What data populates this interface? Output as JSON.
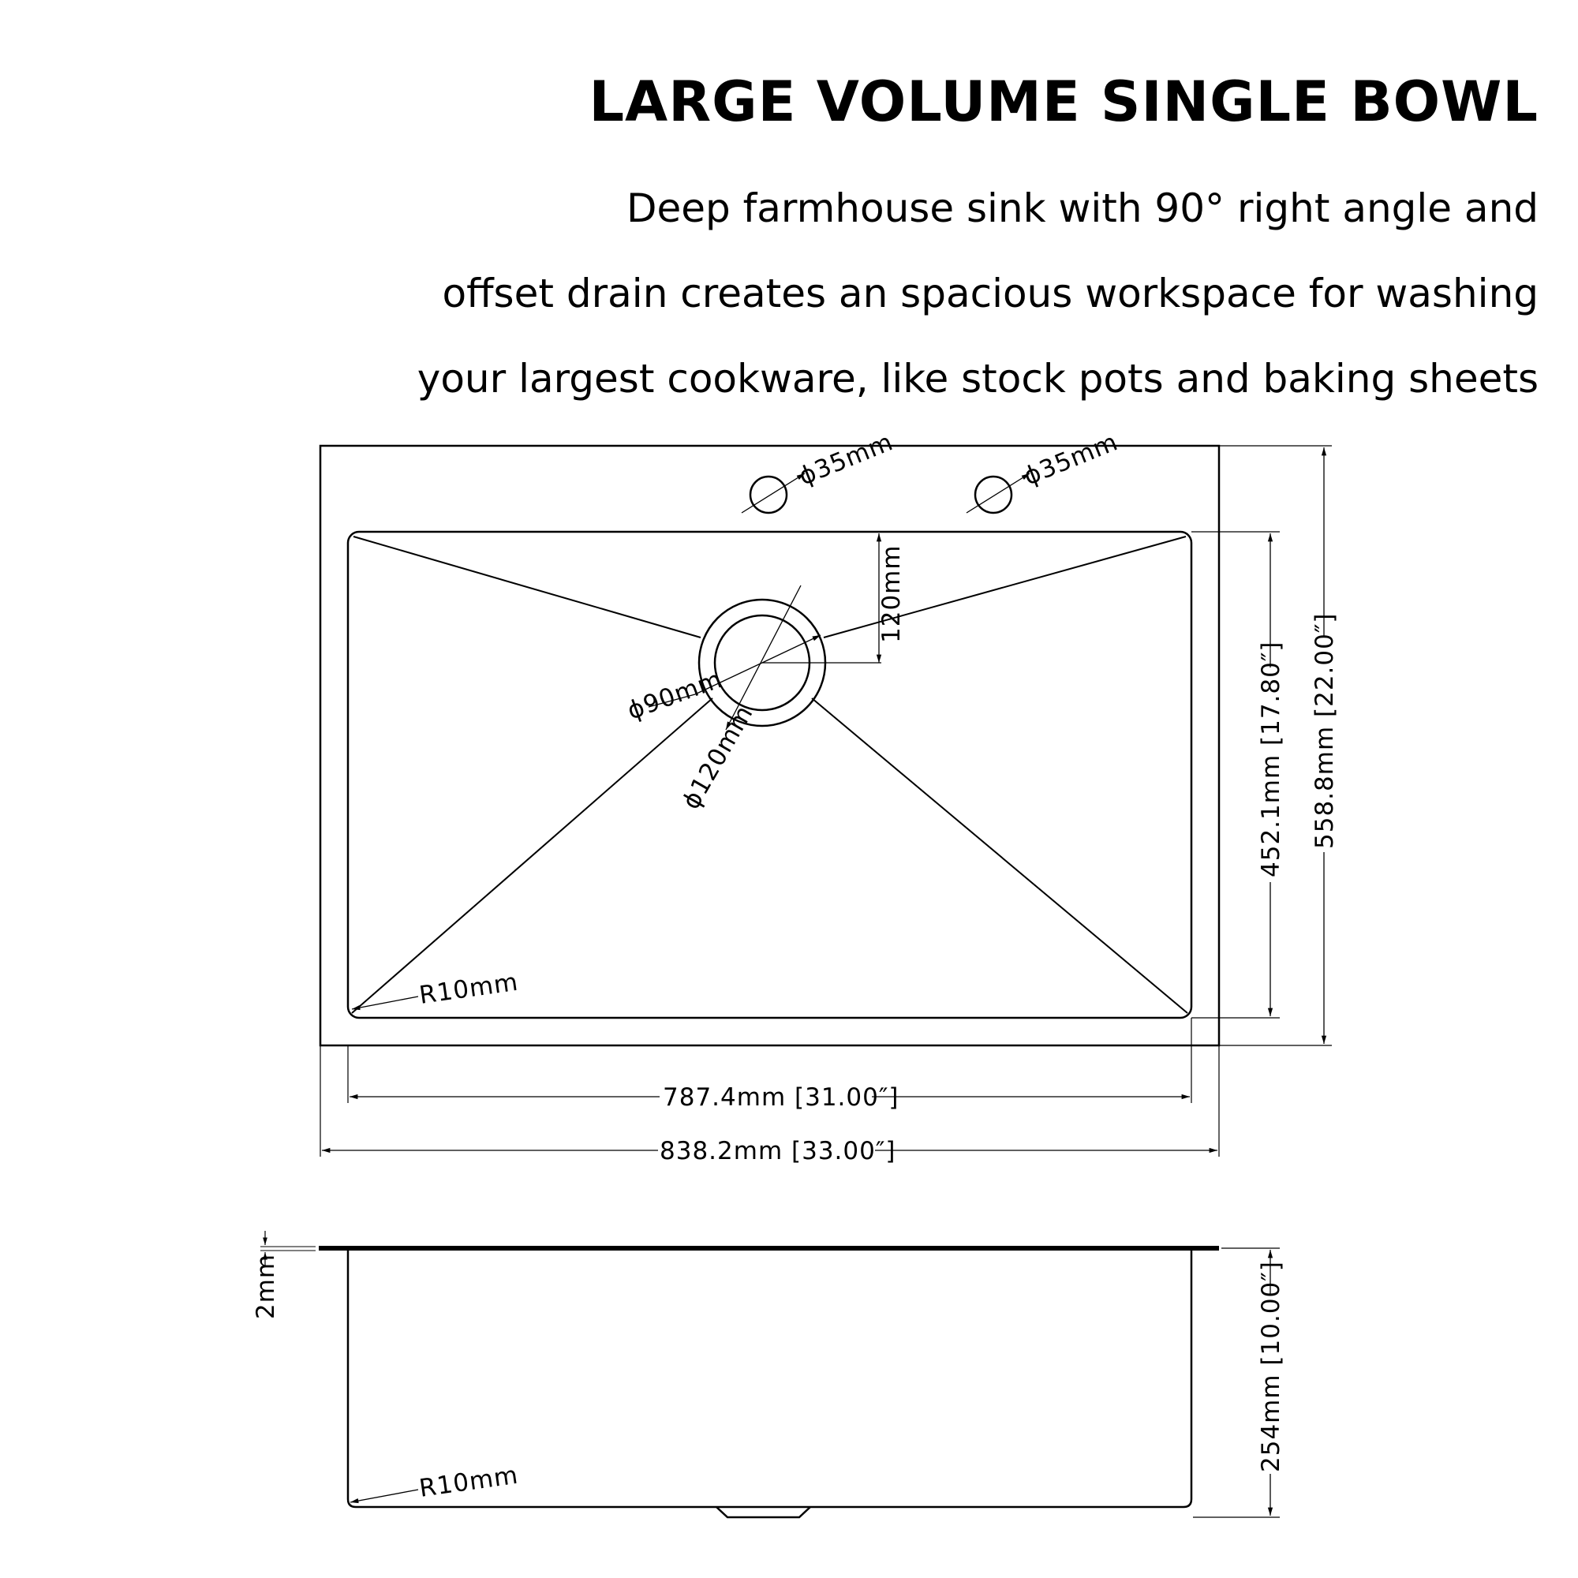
{
  "header": {
    "title": "LARGE VOLUME SINGLE BOWL",
    "description_lines": [
      "Deep farmhouse sink with 90° right angle and",
      "offset drain creates an spacious workspace for washing",
      "your largest cookware, like stock pots and baking sheets"
    ]
  },
  "top_view": {
    "faucet_hole_left": "ϕ35mm",
    "faucet_hole_right": "ϕ35mm",
    "drain_offset": "120mm",
    "drain_inner_diameter": "ϕ90mm",
    "drain_outer_diameter": "ϕ120mm",
    "corner_radius": "R10mm",
    "bowl_width": "787.4mm  [31.00″]",
    "overall_width": "838.2mm  [33.00″]",
    "bowl_length": "452.1mm  [17.80″]",
    "overall_length": "558.8mm  [22.00″]"
  },
  "side_view": {
    "deck_thickness": "2mm",
    "bowl_depth": "254mm  [10.00″]",
    "corner_radius": "R10mm"
  },
  "colors": {
    "line": "#000000",
    "background": "#ffffff"
  }
}
